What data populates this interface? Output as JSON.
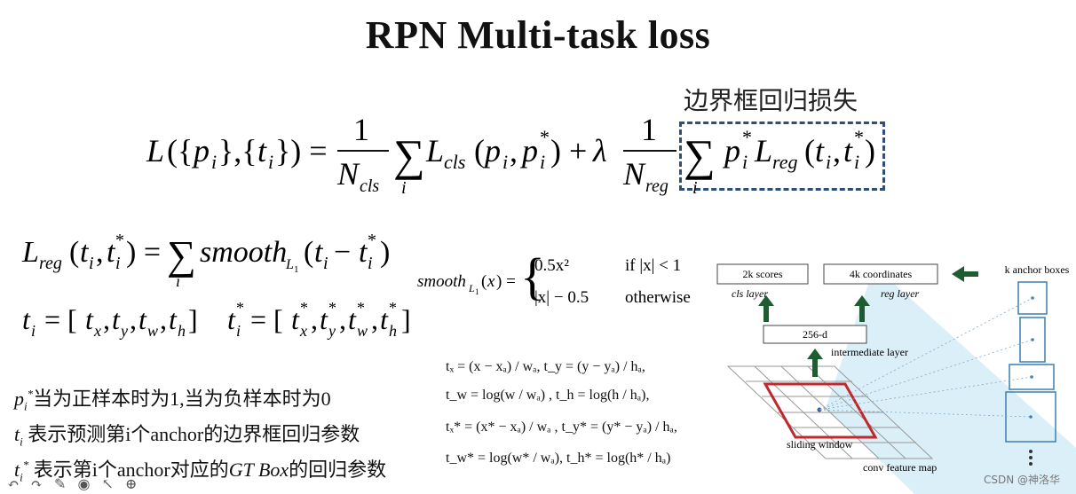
{
  "title": "RPN Multi-task loss",
  "annotation_cn": "边界框回归损失",
  "loss_formula": "L({pᵢ},{tᵢ}) = (1/N_cls) Σᵢ L_cls(pᵢ, pᵢ*) + λ (1/N_reg) Σᵢ pᵢ* L_reg(tᵢ, tᵢ*)",
  "smooth_def": {
    "lhs": "smooth",
    "case1_expr": "0.5x²",
    "case1_cond": "if |x| < 1",
    "case2_expr": "|x| − 0.5",
    "case2_cond": "otherwise"
  },
  "param_eqs": [
    "tₓ = (x − xₐ) / wₐ,   t_y = (y − yₐ) / hₐ,",
    "t_w = log(w / wₐ) ,   t_h = log(h / hₐ),",
    "tₓ* = (x* − xₐ) / wₐ , t_y* = (y* − yₐ) / hₐ,",
    "t_w* = log(w* / wₐ),  t_h* = log(h* / hₐ)"
  ],
  "notes": {
    "n1": "当为正样本时为1,当为负样本时为0",
    "n2": "表示预测第i个anchor的边界框回归参数",
    "n3_a": "表示第i个anchor对应的",
    "n3_gt": "GT Box",
    "n3_b": "的回归参数"
  },
  "diagram": {
    "scores": "2k scores",
    "coords": "4k coordinates",
    "cls_layer": "cls layer",
    "reg_layer": "reg layer",
    "intermediate": "256-d",
    "intermediate_label": "intermediate layer",
    "sliding_window": "sliding window",
    "conv_map": "conv feature map",
    "anchor_boxes": "k anchor boxes",
    "arrow_color": "#1f5c32",
    "window_color": "#c0282d",
    "anchor_color": "#3a7fb0",
    "beam_color": "#cfe9f5"
  },
  "watermark": "CSDN @神洛华"
}
